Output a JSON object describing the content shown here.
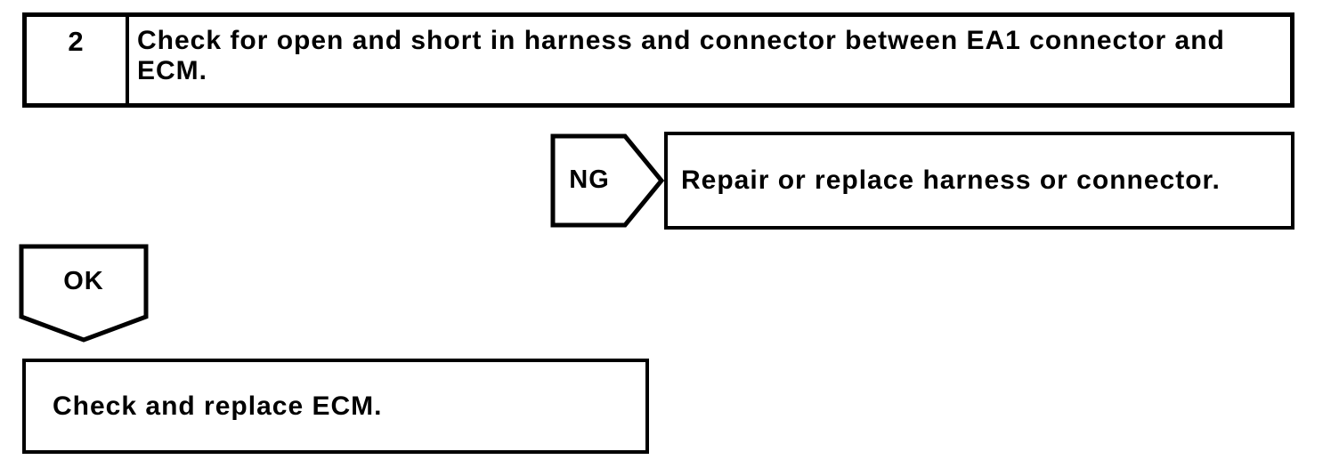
{
  "page": {
    "background": "#ffffff",
    "ink": "#000000"
  },
  "flowchart": {
    "step": {
      "number": "2",
      "instruction": "Check for open and short in harness and connector between EA1 connector and ECM."
    },
    "ng_branch": {
      "label": "NG",
      "action": "Repair or replace harness or connector."
    },
    "ok_branch": {
      "label": "OK",
      "action": "Check and replace ECM."
    }
  }
}
